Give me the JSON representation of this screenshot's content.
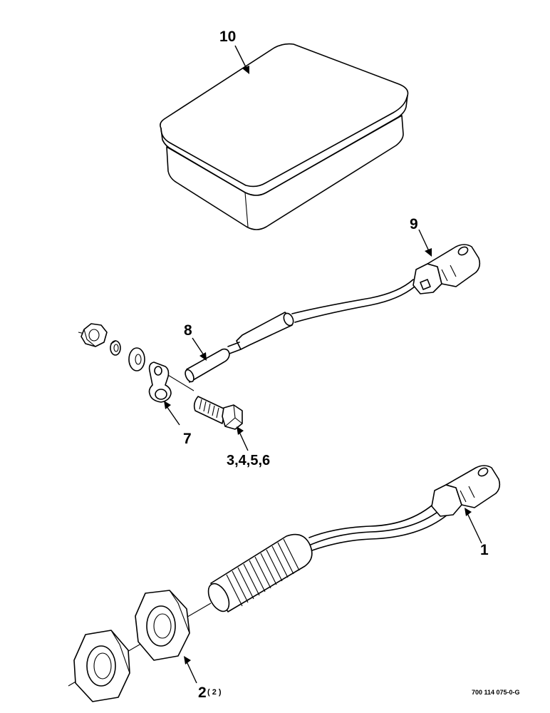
{
  "diagram": {
    "callouts": {
      "item_10": "10",
      "item_9": "9",
      "item_8": "8",
      "item_7": "7",
      "items_3_6": "3,4,5,6",
      "item_1": "1",
      "item_2": "2",
      "item_2_qty": "( 2 )"
    },
    "figure_code": "700 114 075-0-G"
  }
}
